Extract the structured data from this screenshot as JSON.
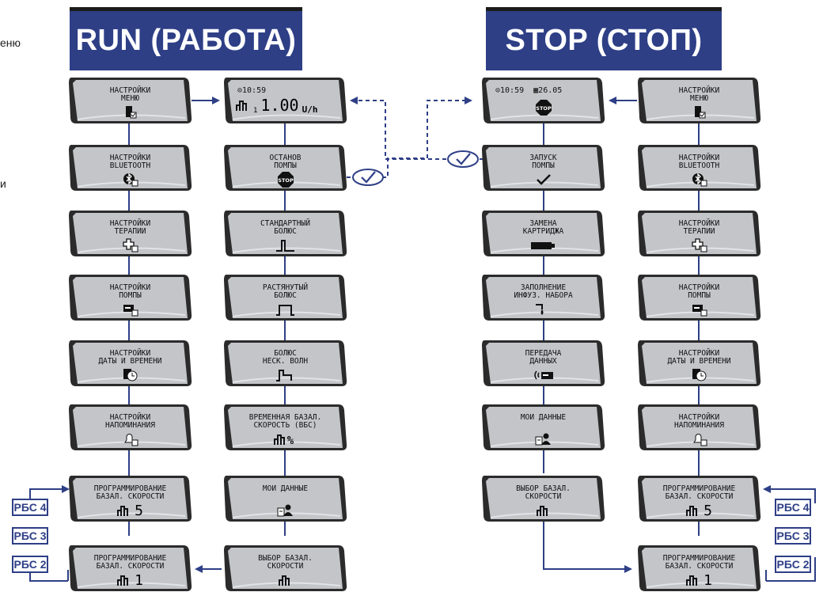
{
  "edge_text": [
    "еню",
    "",
    "и"
  ],
  "headers": {
    "run": "RUN (РАБОТА)",
    "stop": "STOP (СТОП)"
  },
  "run_left": [
    {
      "label": "НАСТРОЙКИ\nМЕНЮ",
      "icon": "menu-settings-icon"
    },
    {
      "label": "НАСТРОЙКИ\nBLUETOOTH",
      "icon": "bluetooth-settings-icon"
    },
    {
      "label": "НАСТРОЙКИ\nТЕРАПИИ",
      "icon": "therapy-settings-icon"
    },
    {
      "label": "НАСТРОЙКИ\nПОМПЫ",
      "icon": "pump-settings-icon"
    },
    {
      "label": "НАСТРОЙКИ\nДАТЫ И ВРЕМЕНИ",
      "icon": "datetime-settings-icon"
    },
    {
      "label": "НАСТРОЙКИ\nНАПОМИНАНИЯ",
      "icon": "reminder-settings-icon"
    },
    {
      "label": "ПРОГРАММИРОВАНИЕ\nБАЗАЛ. СКОРОСТИ",
      "icon": "basal-rate-icon",
      "value": "5"
    },
    {
      "label": "ПРОГРАММИРОВАНИЕ\nБАЗАЛ. СКОРОСТИ",
      "icon": "basal-rate-icon",
      "value": "1"
    }
  ],
  "run_right": [
    {
      "time": "10:59",
      "rate": "1.00",
      "unit": "U/h",
      "icon": "basal-rate-icon",
      "sub": "1"
    },
    {
      "label": "ОСТАНОВ\nПОМПЫ",
      "icon": "stop-icon"
    },
    {
      "label": "СТАНДАРТНЫЙ\nБОЛЮС",
      "icon": "standard-bolus-icon"
    },
    {
      "label": "РАСТЯНУТЫЙ\nБОЛЮС",
      "icon": "extended-bolus-icon"
    },
    {
      "label": "БОЛЮС\nНЕСК. ВОЛН",
      "icon": "multiwave-bolus-icon"
    },
    {
      "label": "ВРЕМЕННАЯ БАЗАЛ.\nСКОРОСТЬ (ВБС)",
      "icon": "temporary-basal-icon"
    },
    {
      "label": "МОИ ДАННЫЕ",
      "icon": "my-data-icon"
    },
    {
      "label": "ВЫБОР БАЗАЛ.\nСКОРОСТИ",
      "icon": "basal-rate-icon"
    }
  ],
  "stop_left": [
    {
      "time": "10:59",
      "date": "26.05",
      "icon": "stop-icon"
    },
    {
      "label": "ЗАПУСК\nПОМПЫ",
      "icon": "checkmark-icon"
    },
    {
      "label": "ЗАМЕНА\nКАРТРИДЖА",
      "icon": "cartridge-icon"
    },
    {
      "label": "ЗАПОЛНЕНИЕ\nИНФУЗ. НАБОРА",
      "icon": "infusion-set-fill-icon"
    },
    {
      "label": "ПЕРЕДАЧА\nДАННЫХ",
      "icon": "data-transfer-icon"
    },
    {
      "label": "МОИ ДАННЫЕ",
      "icon": "my-data-icon"
    },
    {
      "label": "ВЫБОР БАЗАЛ.\nСКОРОСТИ",
      "icon": "basal-rate-icon"
    }
  ],
  "stop_right": [
    {
      "label": "НАСТРОЙКИ\nМЕНЮ",
      "icon": "menu-settings-icon"
    },
    {
      "label": "НАСТРОЙКИ\nBLUETOOTH",
      "icon": "bluetooth-settings-icon"
    },
    {
      "label": "НАСТРОЙКИ\nТЕРАПИИ",
      "icon": "therapy-settings-icon"
    },
    {
      "label": "НАСТРОЙКИ\nПОМПЫ",
      "icon": "pump-settings-icon"
    },
    {
      "label": "НАСТРОЙКИ\nДАТЫ И ВРЕМЕНИ",
      "icon": "datetime-settings-icon"
    },
    {
      "label": "НАСТРОЙКИ\nНАПОМИНАНИЯ",
      "icon": "reminder-settings-icon"
    },
    {
      "label": "ПРОГРАММИРОВАНИЕ\nБАЗАЛ. СКОРОСТИ",
      "icon": "basal-rate-icon",
      "value": "5"
    },
    {
      "label": "ПРОГРАММИРОВАНИЕ\nБАЗАЛ. СКОРОСТИ",
      "icon": "basal-rate-icon",
      "value": "1"
    }
  ],
  "rbs_labels": [
    "РБС 4",
    "РБС 3",
    "РБС 2"
  ],
  "colors": {
    "navy": "#2e3f86",
    "lcd": "#c3c5c9"
  }
}
